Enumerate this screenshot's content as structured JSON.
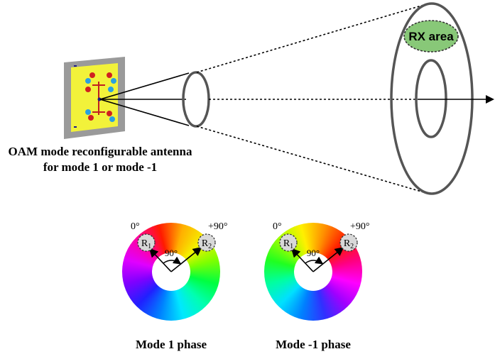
{
  "antenna_caption_line1": "OAM mode reconfigurable antenna",
  "antenna_caption_line2": "for mode 1 or mode -1",
  "rx_area_label": "RX area",
  "phase_wheels": [
    {
      "caption": "Mode 1 phase",
      "label_0": "0°",
      "label_90": "+90°",
      "angle_label": "90°",
      "r1_main": "R",
      "r1_sub": "1",
      "r2_main": "R",
      "r2_sub": "2"
    },
    {
      "caption": "Mode -1 phase",
      "label_0": "0°",
      "label_90": "+90°",
      "angle_label": "90°",
      "r1_main": "R",
      "r1_sub": "1",
      "r2_main": "R",
      "r2_sub": "2"
    }
  ],
  "colors": {
    "antenna_board": "#f2f23a",
    "antenna_backplate": "#9a9a9a",
    "rx_area_fill": "#88c878",
    "outline": "#555555"
  }
}
